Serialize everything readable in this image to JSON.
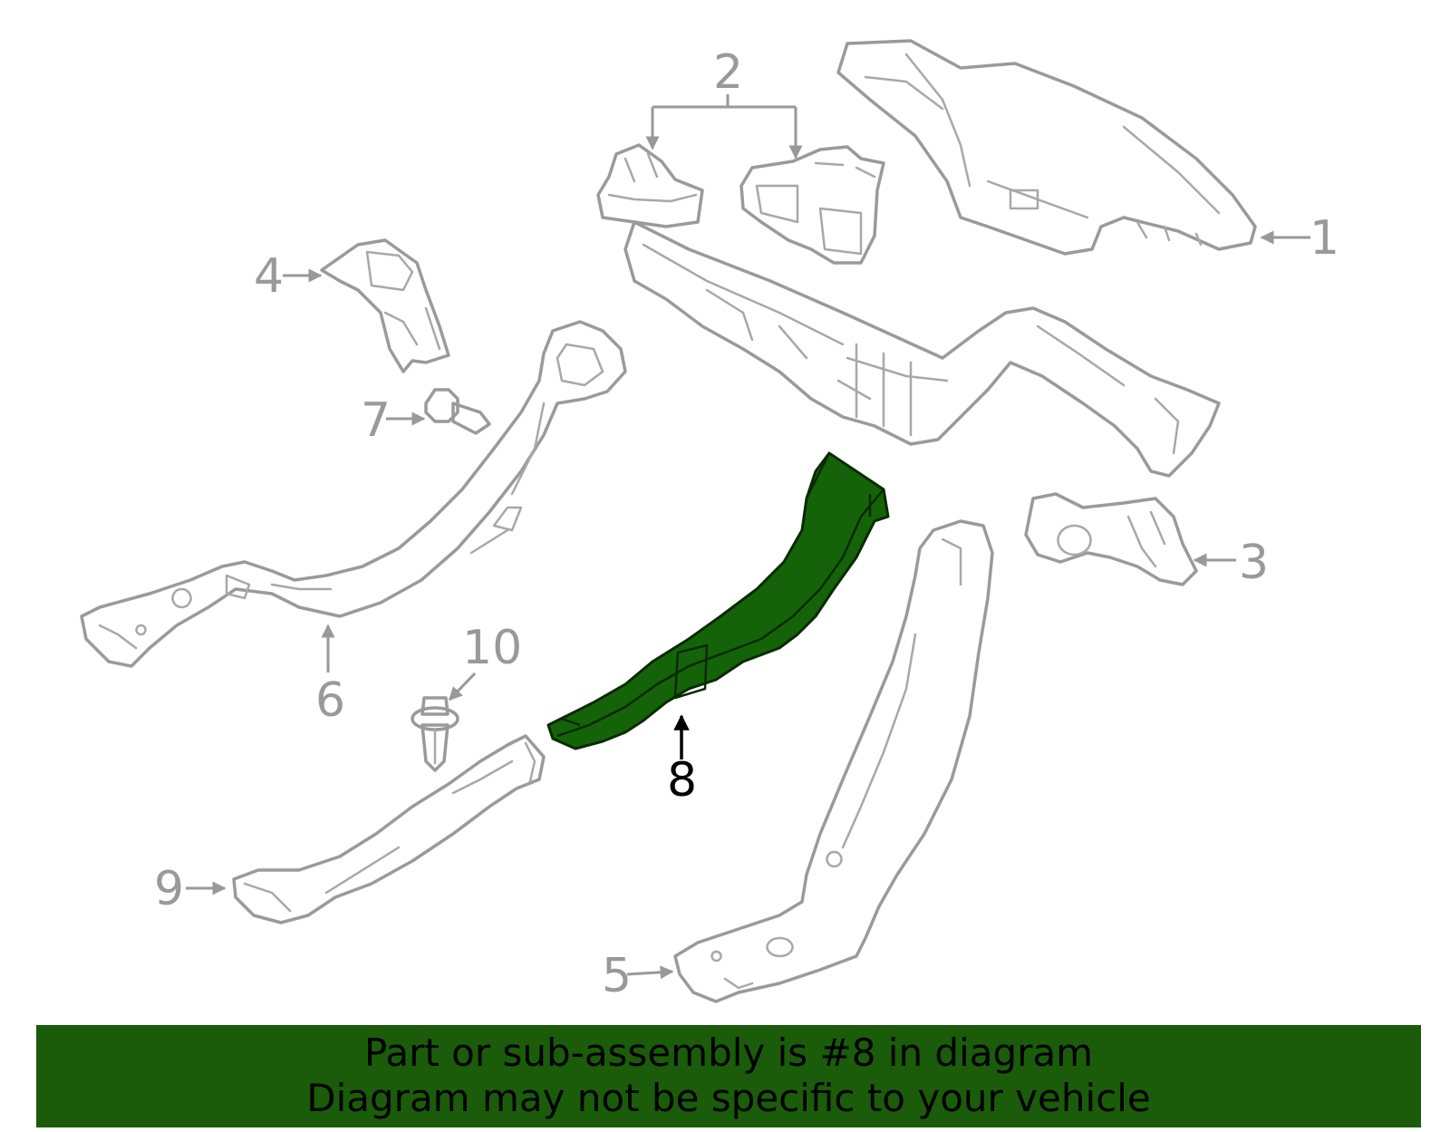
{
  "callouts": {
    "c1": "1",
    "c2": "2",
    "c3": "3",
    "c4": "4",
    "c5": "5",
    "c6": "6",
    "c7": "7",
    "c8": "8",
    "c9": "9",
    "c10": "10"
  },
  "highlighted_part": "8",
  "colors": {
    "highlight_fill": "#156308",
    "banner_bg": "#1a5c0a",
    "part_outline": "#9a9a9a",
    "label_gray": "#999999"
  },
  "banner": {
    "line1": "Part or sub-assembly is #8 in diagram",
    "line2": "Diagram may not be specific to your vehicle"
  }
}
